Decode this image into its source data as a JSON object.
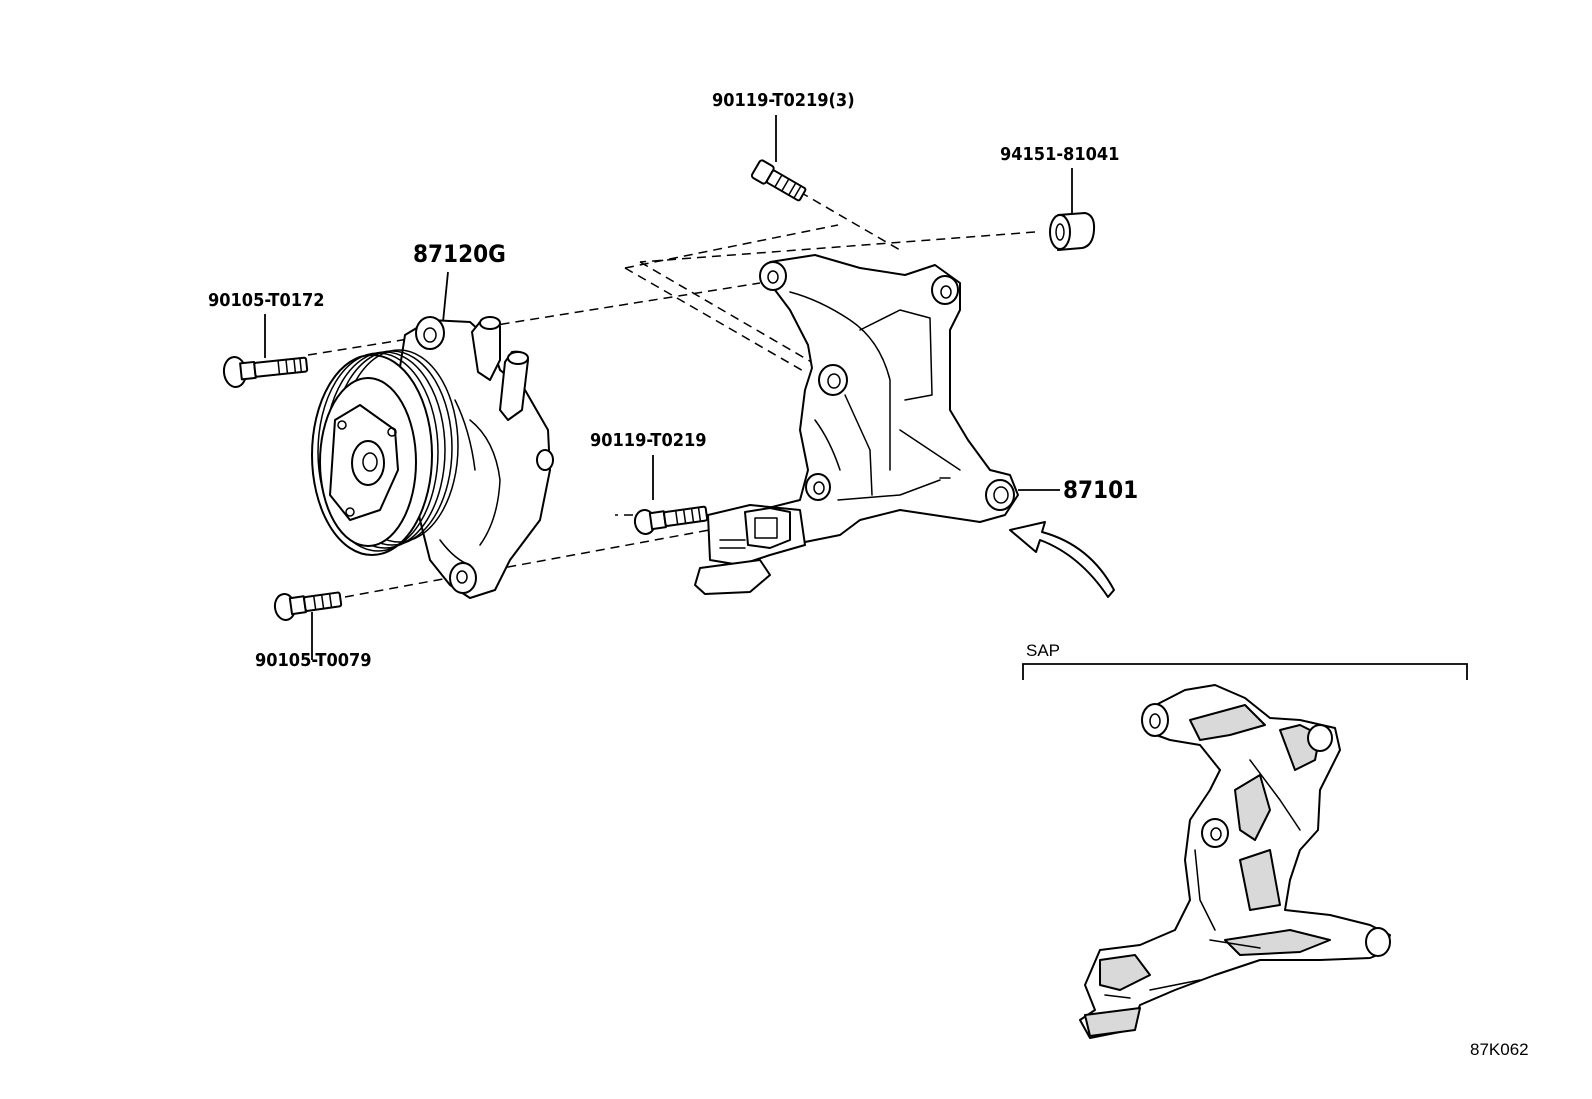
{
  "diagram": {
    "labels": {
      "bolt_top_qty": "90119-T0219(3)",
      "nut_top_right": "94151-81041",
      "pump": "87120G",
      "bolt_left_upper": "90105-T0172",
      "bolt_center": "90119-T0219",
      "bracket": "87101",
      "bolt_left_lower": "90105-T0079",
      "inset_title": "SAP",
      "drawing_code": "87K062"
    }
  }
}
